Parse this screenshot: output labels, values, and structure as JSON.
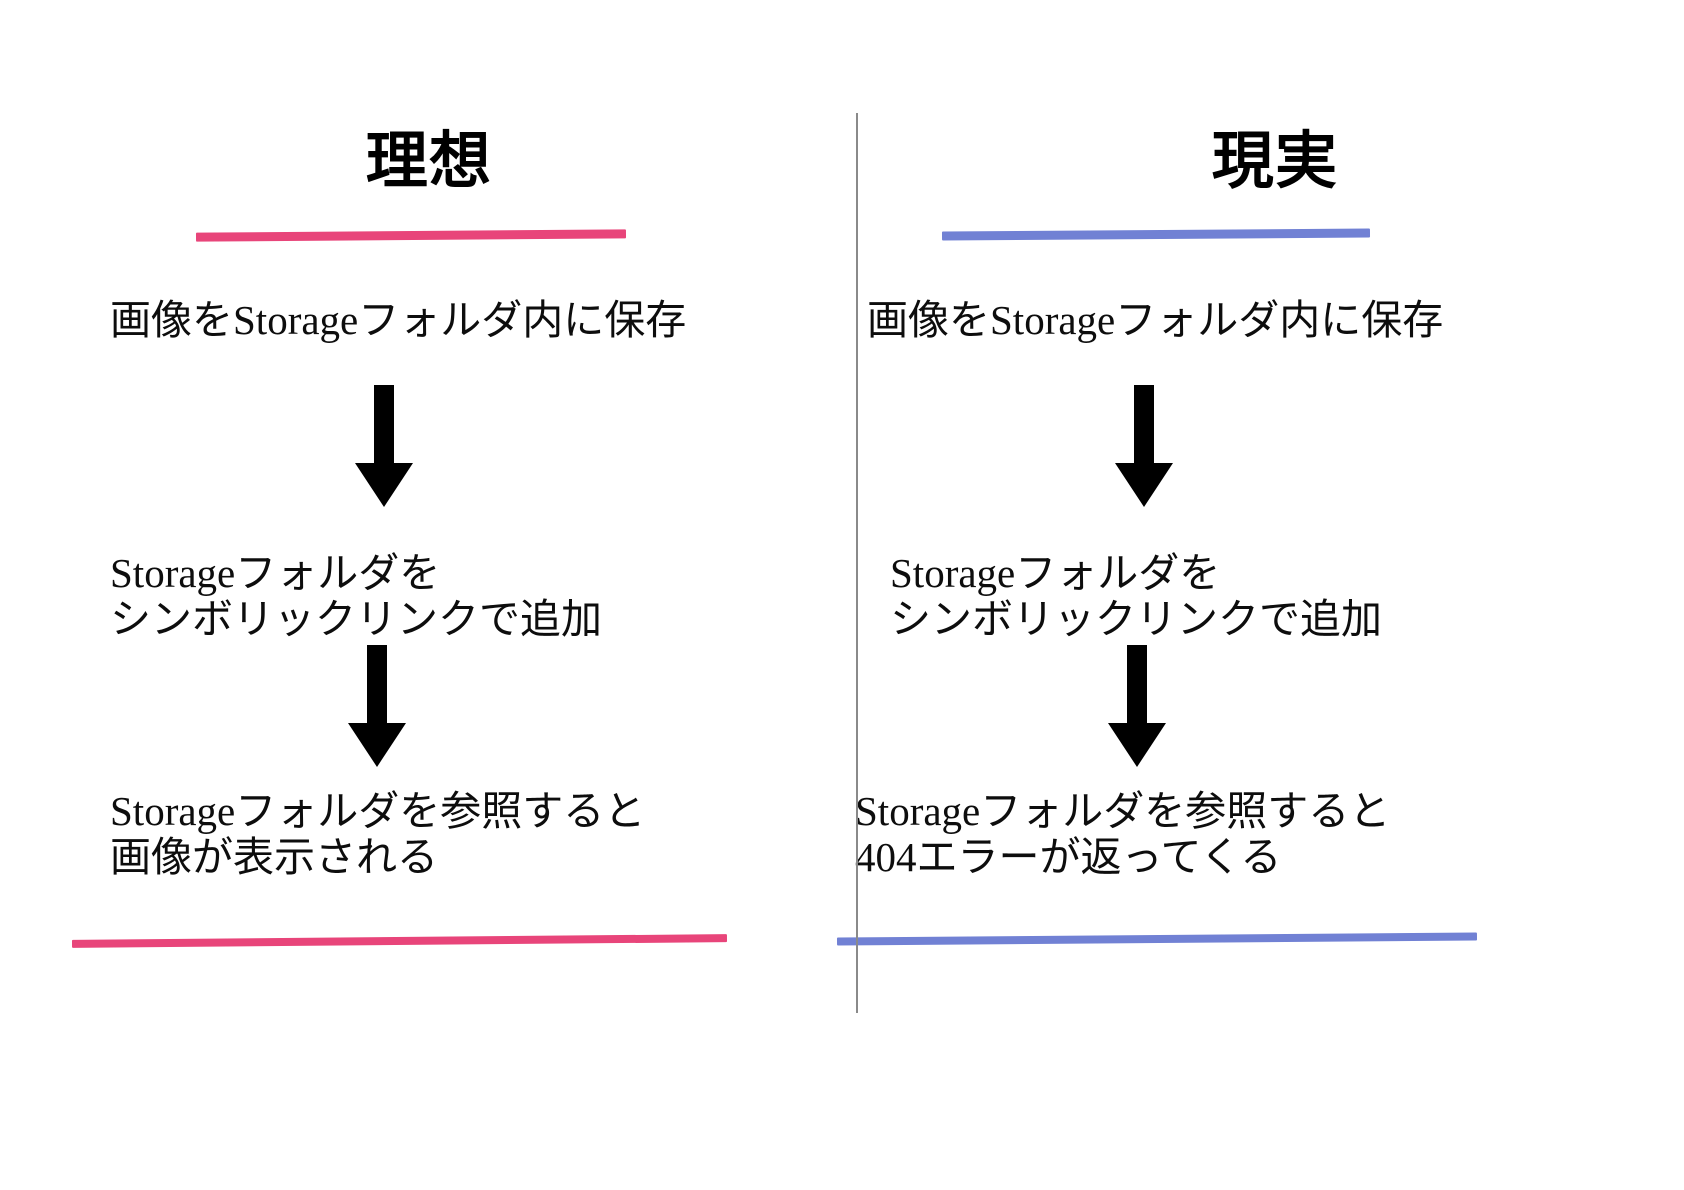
{
  "diagram": {
    "type": "two-column-comparison",
    "divider_color": "#8a8a8a",
    "background": "#ffffff",
    "text_color": "#0d0d0d",
    "arrow_color": "#000000",
    "columns": [
      {
        "id": "ideal",
        "title": "理想",
        "accent_color": "#e8457a",
        "steps": [
          {
            "text": "画像をStorageフォルダ内に保存"
          },
          {
            "text": "Storageフォルダを\nシンボリックリンクで追加"
          },
          {
            "text": "Storageフォルダを参照すると\n画像が表示される"
          }
        ],
        "arrows": [
          {
            "name": "down-arrow-icon",
            "direction": "down"
          },
          {
            "name": "down-arrow-icon",
            "direction": "down"
          }
        ]
      },
      {
        "id": "reality",
        "title": "現実",
        "accent_color": "#7181d4",
        "steps": [
          {
            "text": "画像をStorageフォルダ内に保存"
          },
          {
            "text": "Storageフォルダを\nシンボリックリンクで追加"
          },
          {
            "text": "Storageフォルダを参照すると\n404エラーが返ってくる"
          }
        ],
        "arrows": [
          {
            "name": "down-arrow-icon",
            "direction": "down"
          },
          {
            "name": "down-arrow-icon",
            "direction": "down"
          }
        ]
      }
    ]
  }
}
